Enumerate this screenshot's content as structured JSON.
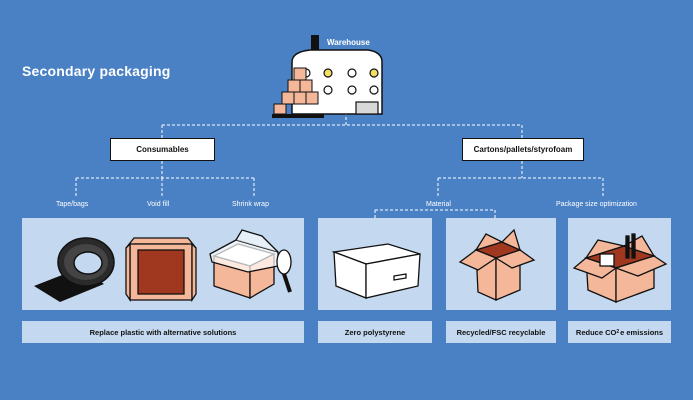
{
  "title": "Secondary packaging",
  "warehouse": {
    "label": "Warehouse"
  },
  "nodes": {
    "consumables": "Consumables",
    "cartons": "Cartons/pallets/styrofoam"
  },
  "labels": {
    "tape_bags": "Tape/bags",
    "void_fill": "Void fill",
    "shrink_wrap": "Shrink wrap",
    "material": "Material",
    "package_size": "Package size optimization"
  },
  "outcomes": {
    "replace_plastic": "Replace plastic with alternative solutions",
    "zero_polystyrene": "Zero polystyrene",
    "recycled": "Recycled/FSC recyclable",
    "reduce_prefix": "Reduce CO",
    "reduce_sub": "2",
    "reduce_suffix": "e emissions"
  },
  "colors": {
    "background": "#4a80c4",
    "panel": "#c4d9f0",
    "box": "#f4b79a",
    "box_inner": "#a0371f",
    "line": "#ffffff"
  }
}
